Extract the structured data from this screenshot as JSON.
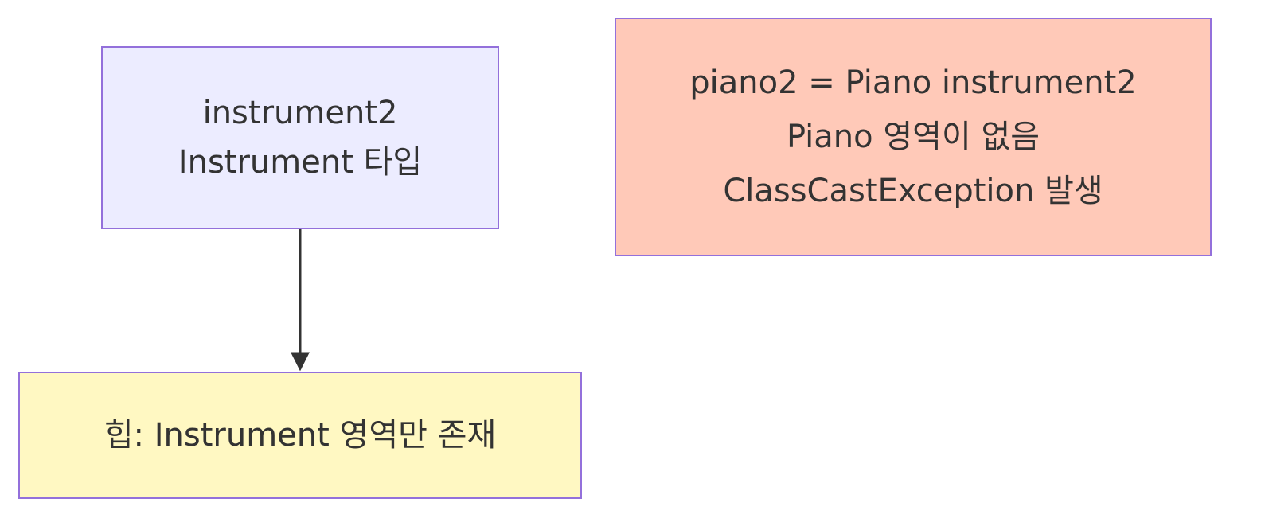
{
  "diagram": {
    "nodes": {
      "variable": {
        "lines": [
          "instrument2",
          "Instrument 타입"
        ]
      },
      "heap": {
        "lines": [
          "힙: Instrument 영역만 존재"
        ]
      },
      "error": {
        "lines": [
          "piano2 = Piano instrument2",
          "Piano 영역이 없음",
          "ClassCastException 발생"
        ]
      }
    },
    "edges": [
      {
        "from": "variable",
        "to": "heap"
      }
    ],
    "colors": {
      "border": "#9370db",
      "variable_fill": "#ececff",
      "heap_fill": "#fff8c2",
      "error_fill": "#ffc9b8",
      "edge": "#333333",
      "text": "#333333"
    }
  }
}
